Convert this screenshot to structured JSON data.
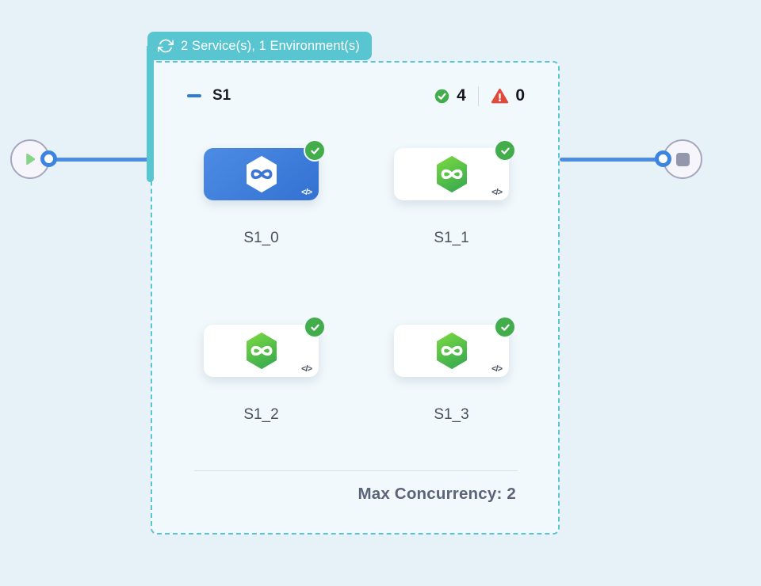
{
  "group_badge": {
    "label": "2 Service(s), 1 Environment(s)",
    "icon": "sync-icon"
  },
  "stage": {
    "name": "S1",
    "success_count": "4",
    "failed_count": "0",
    "max_concurrency": "Max Concurrency: 2",
    "services": [
      {
        "label": "S1_0",
        "state": "selected"
      },
      {
        "label": "S1_1",
        "state": "default"
      },
      {
        "label": "S1_2",
        "state": "default"
      },
      {
        "label": "S1_3",
        "state": "default"
      }
    ]
  },
  "glyphs": {
    "code": "</>"
  },
  "icons": {
    "badge": "sync-icon",
    "start_node": "play-icon",
    "end_node": "stop-icon",
    "success": "check-circle-icon",
    "failure": "warning-triangle-icon",
    "service": "hexagon-infinity-icon",
    "card_status": "check-badge-icon"
  },
  "colors": {
    "accent_teal": "#58c5d1",
    "edge_blue": "#4a8de2",
    "success_green": "#43ad4c",
    "error_red": "#df4a3d",
    "selected_card_blue": "#3f7ed9",
    "service_icon_green": "#55c33d",
    "collapse_blue": "#2e7cd6",
    "page_background": "#e7f2f8",
    "group_background": "#f1f9fc"
  }
}
